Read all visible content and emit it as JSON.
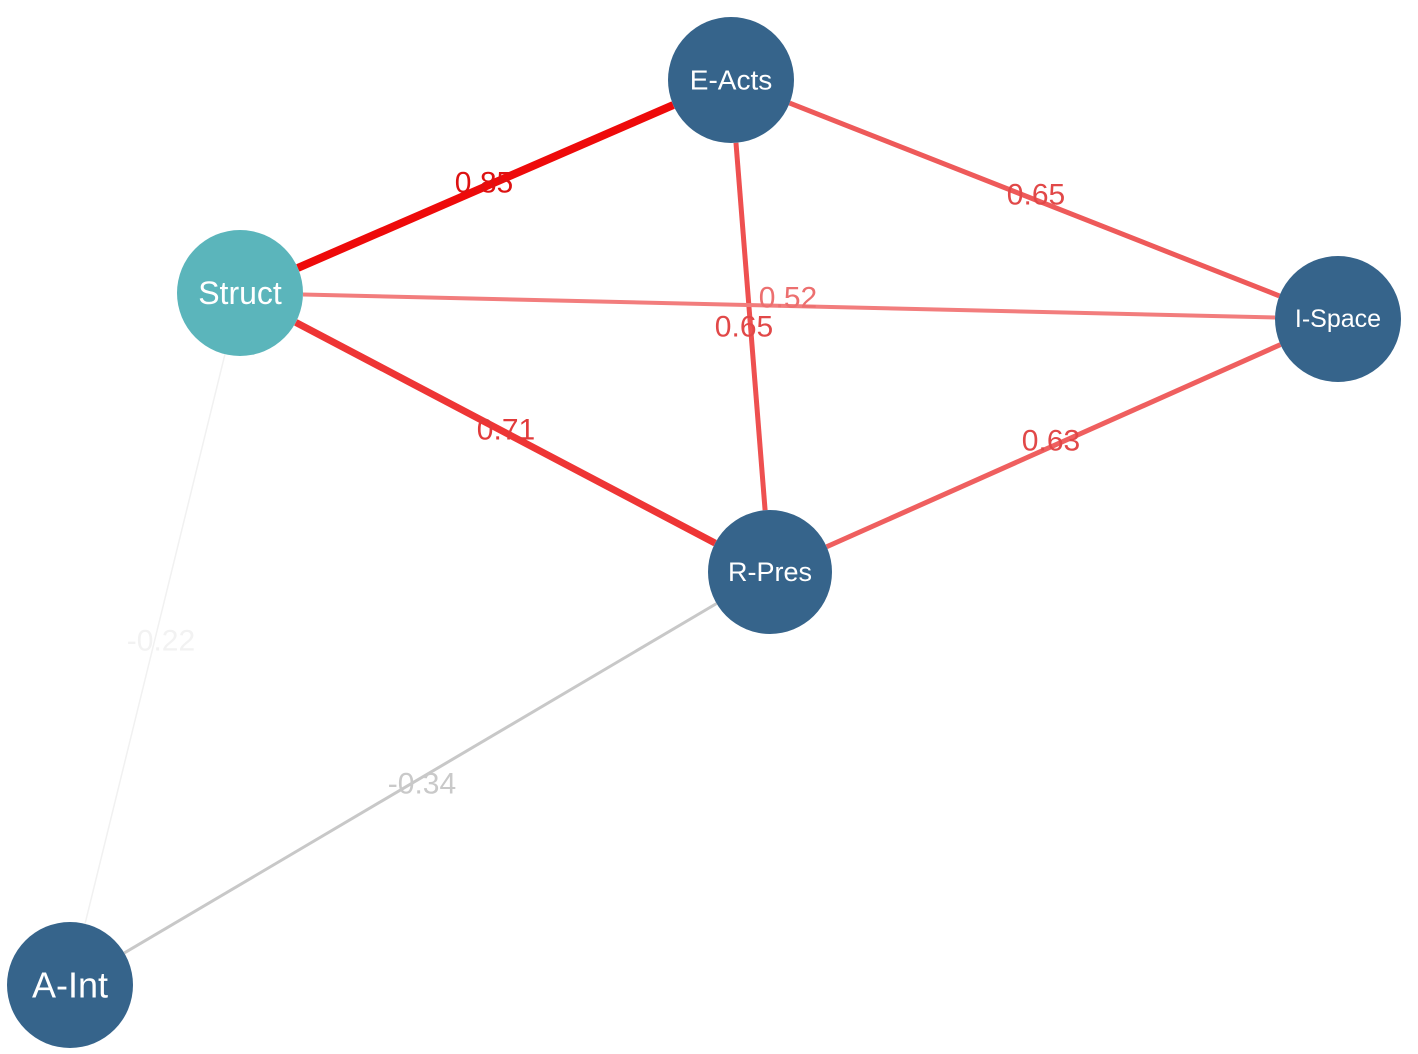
{
  "nodes": [
    {
      "id": "E-Acts",
      "label": "E-Acts",
      "color": "#36648b"
    },
    {
      "id": "Struct",
      "label": "Struct",
      "color": "#5bb5bb"
    },
    {
      "id": "I-Space",
      "label": "I-Space",
      "color": "#36648b"
    },
    {
      "id": "R-Pres",
      "label": "R-Pres",
      "color": "#36648b"
    },
    {
      "id": "A-Int",
      "label": "A-Int",
      "color": "#36648b"
    }
  ],
  "edges": [
    {
      "id": "struct-eacts",
      "source": "Struct",
      "target": "E-Acts",
      "weight": "0.85",
      "color": "#ee0a0a",
      "label_color": "#dd1111"
    },
    {
      "id": "eacts-ispace",
      "source": "E-Acts",
      "target": "I-Space",
      "weight": "0.65",
      "color": "#ee5a5a",
      "label_color": "#e14848"
    },
    {
      "id": "eacts-rpres",
      "source": "E-Acts",
      "target": "R-Pres",
      "weight": "0.65",
      "color": "#ee5050",
      "label_color": "#e14848"
    },
    {
      "id": "struct-ispace",
      "source": "Struct",
      "target": "I-Space",
      "weight": "0.52",
      "color": "#f27d7d",
      "label_color": "#ec6f6f"
    },
    {
      "id": "struct-rpres",
      "source": "Struct",
      "target": "R-Pres",
      "weight": "0.71",
      "color": "#ee3535",
      "label_color": "#e13a3a"
    },
    {
      "id": "rpres-ispace",
      "source": "R-Pres",
      "target": "I-Space",
      "weight": "0.63",
      "color": "#ef5f5f",
      "label_color": "#e14848"
    },
    {
      "id": "struct-aint",
      "source": "Struct",
      "target": "A-Int",
      "weight": "-0.22",
      "color": "#f1f1f1",
      "label_color": "#f2f2f2"
    },
    {
      "id": "rpres-aint",
      "source": "R-Pres",
      "target": "A-Int",
      "weight": "-0.34",
      "color": "#c8c8c8",
      "label_color": "#c9c9c9"
    }
  ]
}
